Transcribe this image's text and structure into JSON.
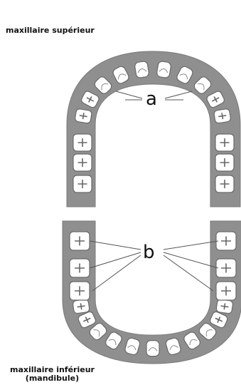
{
  "labels": {
    "upper_jaw": "maxillaire supérieur",
    "lower_jaw_line1": "maxillaire inférieur",
    "lower_jaw_line2": "(mandibule)",
    "label_a": "a",
    "label_b": "b"
  },
  "colors": {
    "gum": "#8f8f8f",
    "gum_inner": "#a8a8a8",
    "tooth_fill": "#ffffff",
    "tooth_stroke": "#6a6a6a",
    "leader_line": "#555555",
    "text": "#111111"
  }
}
